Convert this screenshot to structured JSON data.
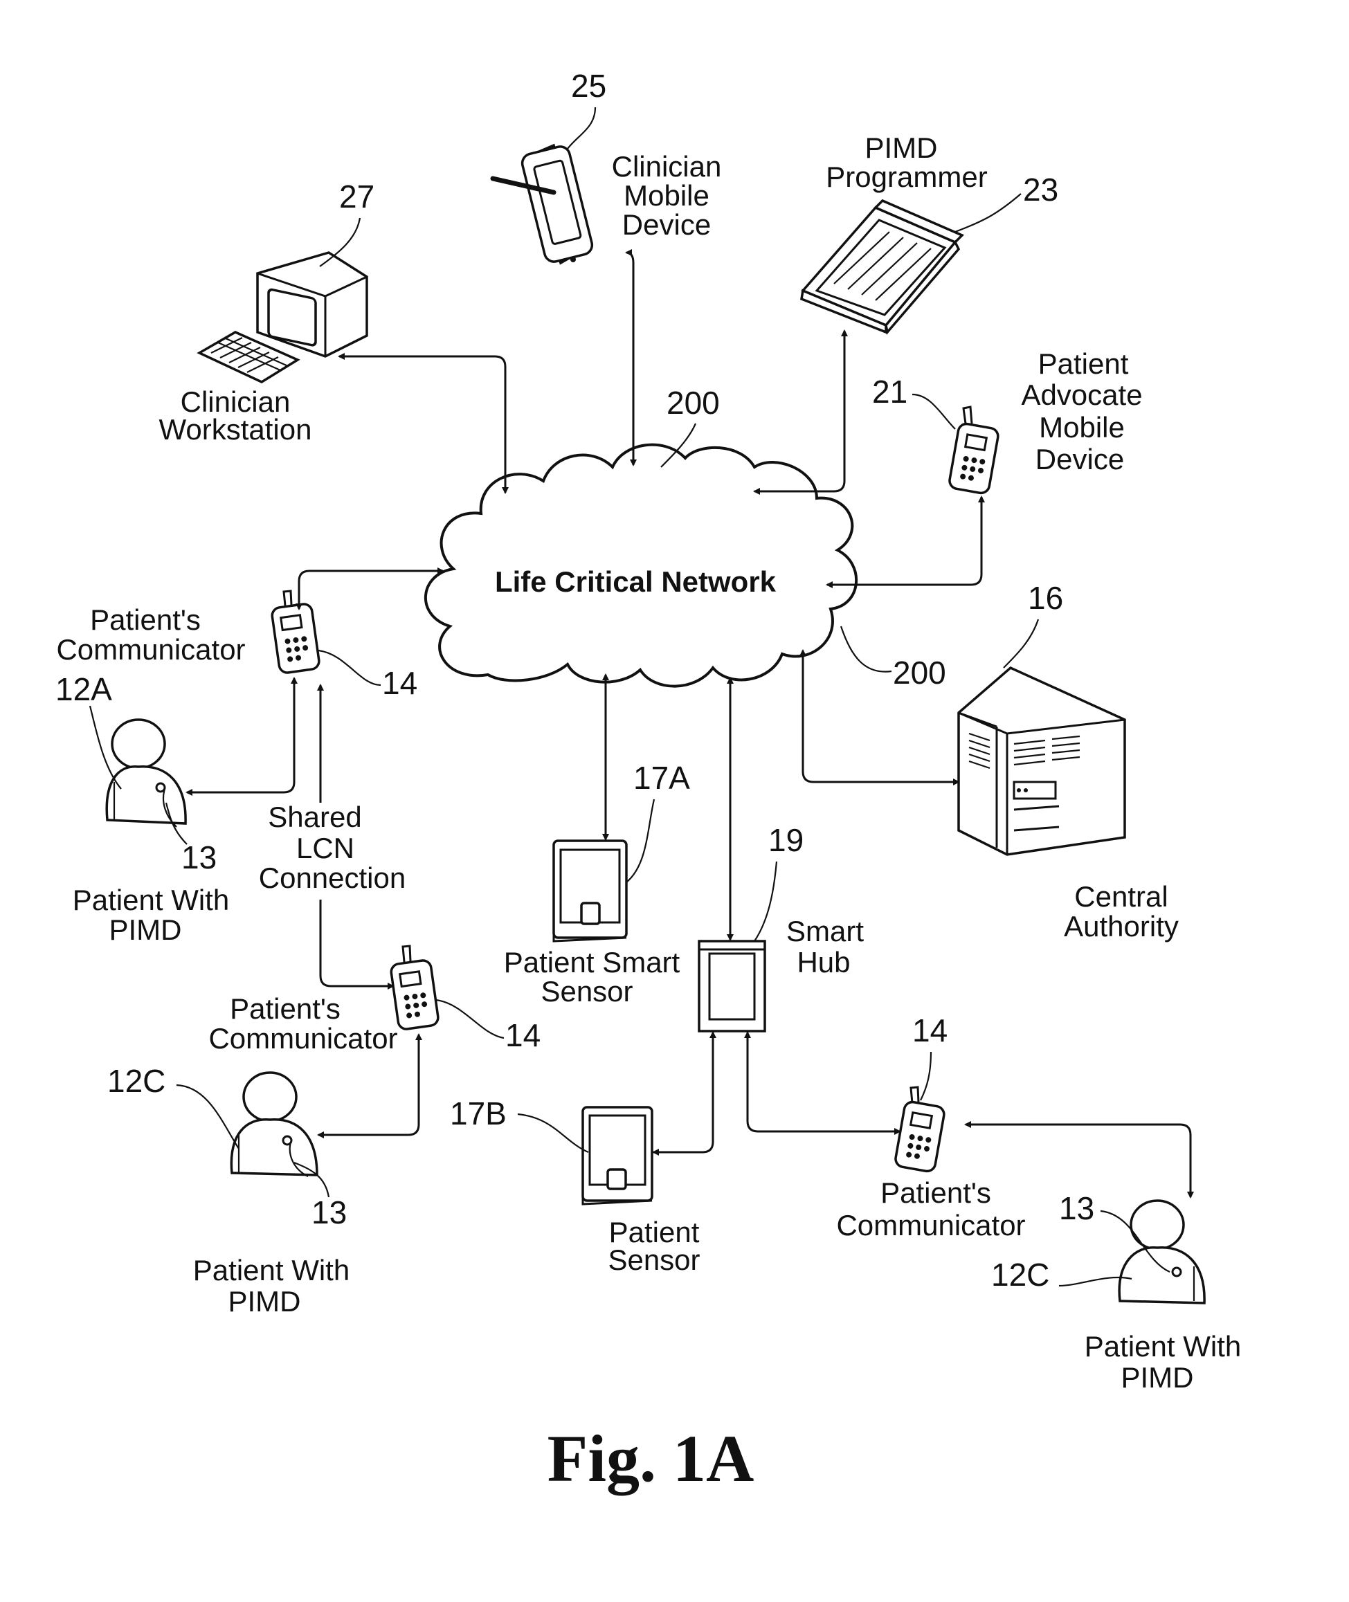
{
  "network": {
    "label": "Life Critical Network",
    "ref_top": "200",
    "ref_right": "200"
  },
  "nodes": {
    "clinician_workstation": {
      "ref": "27",
      "line1": "Clinician",
      "line2": "Workstation"
    },
    "clinician_mobile": {
      "ref": "25",
      "line1": "Clinician",
      "line2": "Mobile",
      "line3": "Device"
    },
    "pimd_programmer": {
      "ref": "23",
      "line1": "PIMD",
      "line2": "Programmer"
    },
    "patient_advocate": {
      "ref": "21",
      "line1": "Patient",
      "line2": "Advocate",
      "line3": "Mobile",
      "line4": "Device"
    },
    "central_authority": {
      "ref": "16",
      "line1": "Central",
      "line2": "Authority"
    },
    "communicator_a": {
      "ref": "14",
      "line1": "Patient's",
      "line2": "Communicator"
    },
    "patient_a": {
      "ref": "12A",
      "pimd_ref": "13",
      "line1": "Patient With",
      "line2": "PIMD"
    },
    "shared_lcn": {
      "line1": "Shared",
      "line2": "LCN",
      "line3": "Connection"
    },
    "communicator_b": {
      "ref": "14",
      "line1": "Patient's",
      "line2": "Communicator"
    },
    "patient_b": {
      "ref": "12C",
      "pimd_ref": "13",
      "line1": "Patient With",
      "line2": "PIMD"
    },
    "smart_sensor": {
      "ref": "17A",
      "line1": "Patient Smart",
      "line2": "Sensor"
    },
    "smart_hub": {
      "ref": "19",
      "line1": "Smart",
      "line2": "Hub"
    },
    "patient_sensor": {
      "ref": "17B",
      "line1": "Patient",
      "line2": "Sensor"
    },
    "communicator_c": {
      "ref": "14",
      "line1": "Patient's",
      "line2": "Communicator"
    },
    "patient_c": {
      "ref": "12C",
      "pimd_ref": "13",
      "line1": "Patient With",
      "line2": "PIMD"
    }
  },
  "figure_caption": "Fig. 1A"
}
